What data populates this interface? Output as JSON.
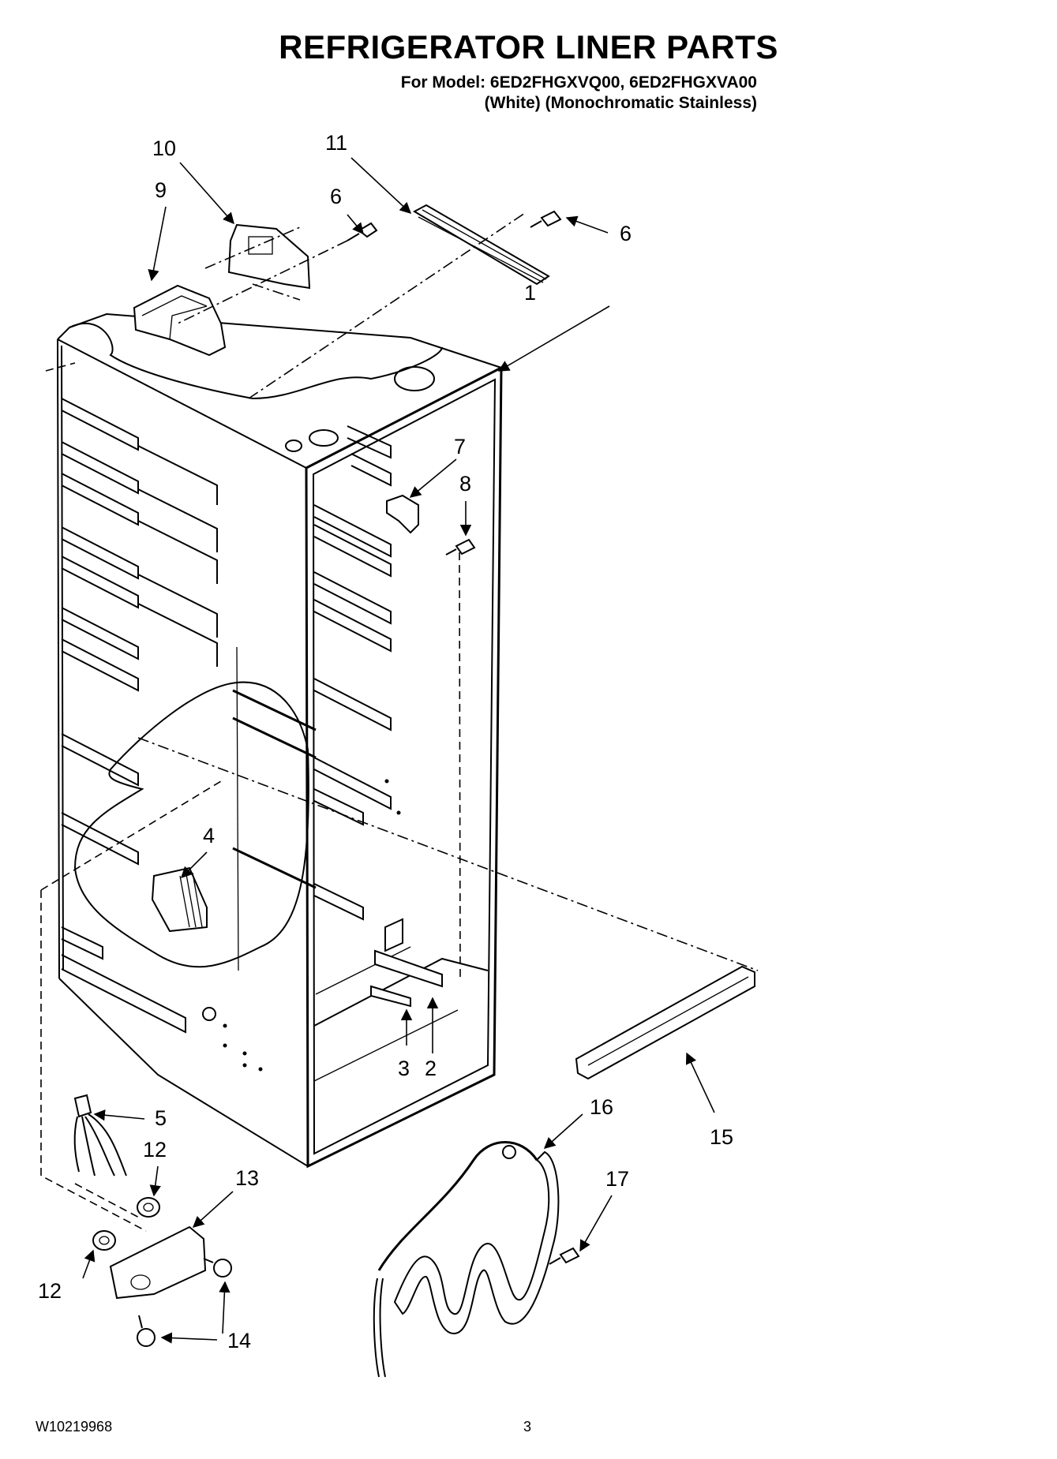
{
  "header": {
    "title": "REFRIGERATOR LINER PARTS",
    "model_line": "For Model: 6ED2FHGXVQ00, 6ED2FHGXVA00",
    "variant_line": "(White)  (Monochromatic Stainless)"
  },
  "callouts": [
    {
      "id": "c1",
      "label": "1"
    },
    {
      "id": "c2",
      "label": "2"
    },
    {
      "id": "c3",
      "label": "3"
    },
    {
      "id": "c4",
      "label": "4"
    },
    {
      "id": "c5",
      "label": "5"
    },
    {
      "id": "c6a",
      "label": "6"
    },
    {
      "id": "c6b",
      "label": "6"
    },
    {
      "id": "c7",
      "label": "7"
    },
    {
      "id": "c8",
      "label": "8"
    },
    {
      "id": "c9",
      "label": "9"
    },
    {
      "id": "c10",
      "label": "10"
    },
    {
      "id": "c11",
      "label": "11"
    },
    {
      "id": "c12a",
      "label": "12"
    },
    {
      "id": "c12b",
      "label": "12"
    },
    {
      "id": "c13",
      "label": "13"
    },
    {
      "id": "c14",
      "label": "14"
    },
    {
      "id": "c15",
      "label": "15"
    },
    {
      "id": "c16",
      "label": "16"
    },
    {
      "id": "c17",
      "label": "17"
    }
  ],
  "footer": {
    "doc_number": "W10219968",
    "page_number": "3"
  }
}
